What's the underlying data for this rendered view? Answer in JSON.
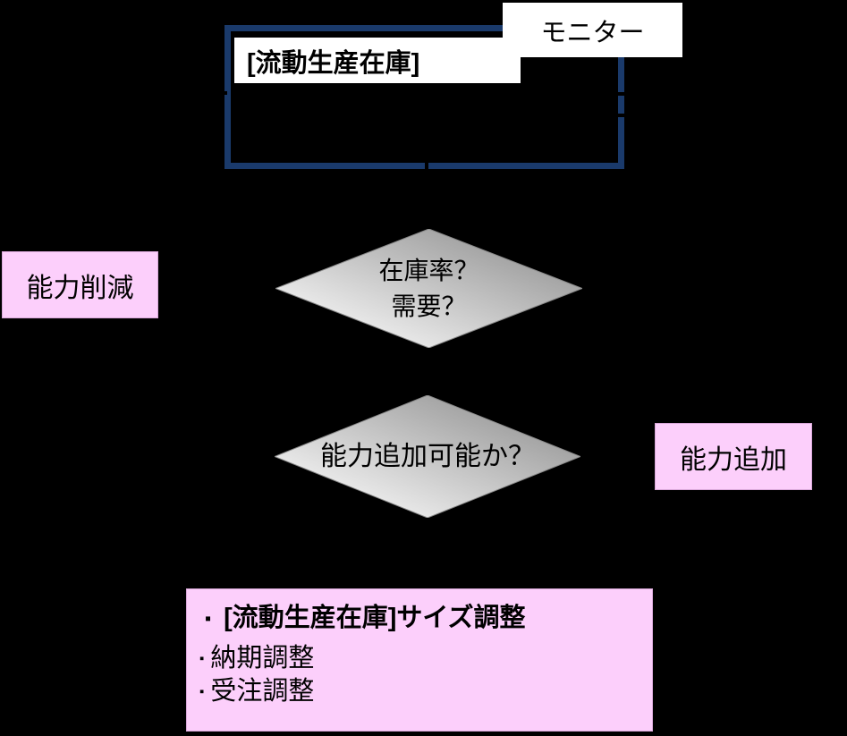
{
  "colors": {
    "background": "#000000",
    "frame_blue": "#1A3A6B",
    "pink_fill": "#FCCFFB",
    "diamond_gradient_dark": "#8F8F8F",
    "diamond_gradient_light": "#FFFFFF",
    "text": "#000000"
  },
  "chart": {
    "series_label": "[流動生産在庫]",
    "monitor_label": "モニター"
  },
  "decisions": {
    "first": {
      "lines": [
        "在庫率？",
        "需要？"
      ]
    },
    "second": {
      "lines": [
        "能力追加可能か？"
      ]
    }
  },
  "actions": {
    "reduce_capacity": "能力削減",
    "add_capacity": "能力追加"
  },
  "adjustments": {
    "items": [
      {
        "bullet": "▪",
        "text": "[流動生産在庫]サイズ調整",
        "bold": true
      },
      {
        "bullet": "▪",
        "text": "納期調整",
        "bold": false
      },
      {
        "bullet": "▪",
        "text": "受注調整",
        "bold": false
      }
    ]
  }
}
